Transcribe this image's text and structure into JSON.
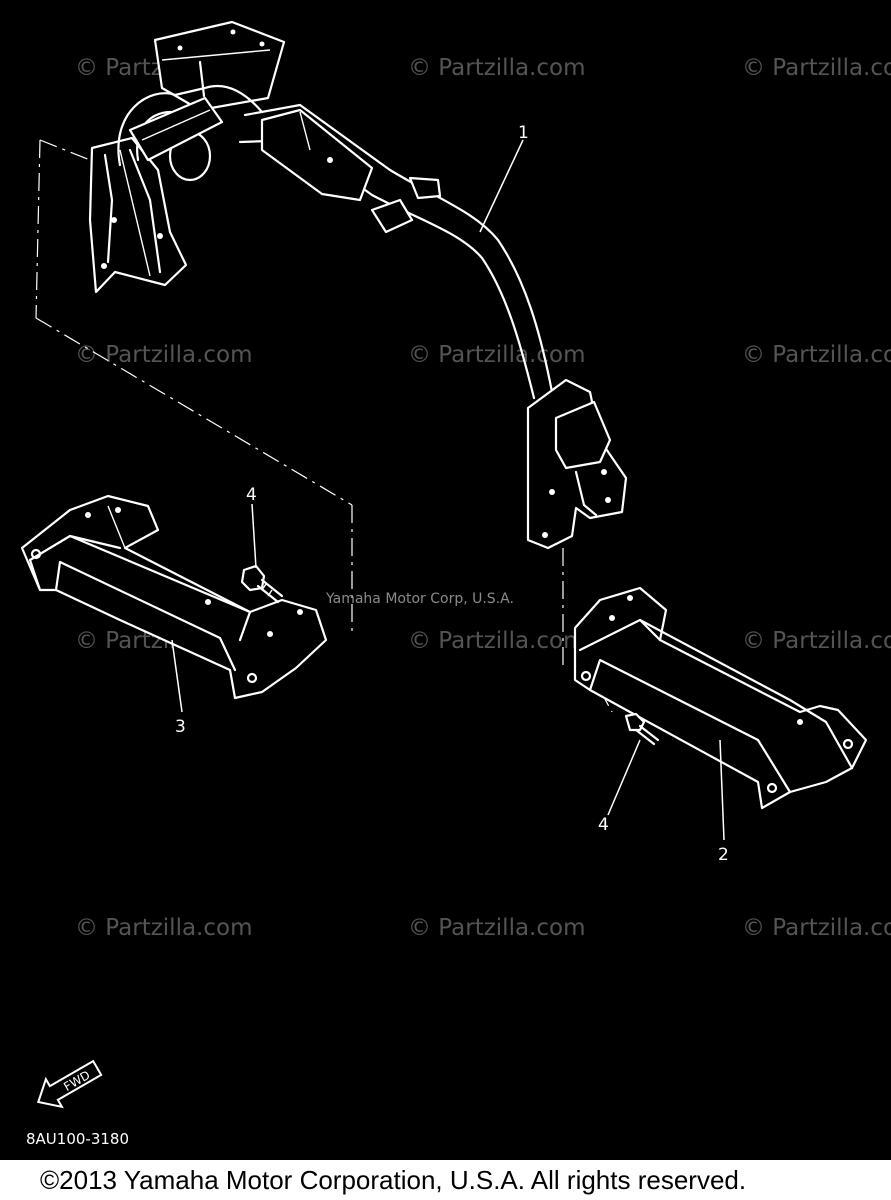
{
  "diagram": {
    "callouts": {
      "part1": "1",
      "part2": "2",
      "part3": "3",
      "part4a": "4",
      "part4b": "4"
    },
    "center_watermark": "Yamaha Motor Corp, U.S.A.",
    "watermark_text": "© Partzilla.com",
    "fwd_label": "FWD",
    "fwd_icon": "forward-arrow-icon",
    "diagram_code": "8AU100-3180"
  },
  "footer": {
    "copyright": "©2013  Yamaha Motor Corporation, U.S.A. All rights reserved."
  },
  "colors": {
    "background": "#000000",
    "line": "#ffffff",
    "watermark": "#9a9a9a",
    "footer_bg": "#ffffff"
  }
}
